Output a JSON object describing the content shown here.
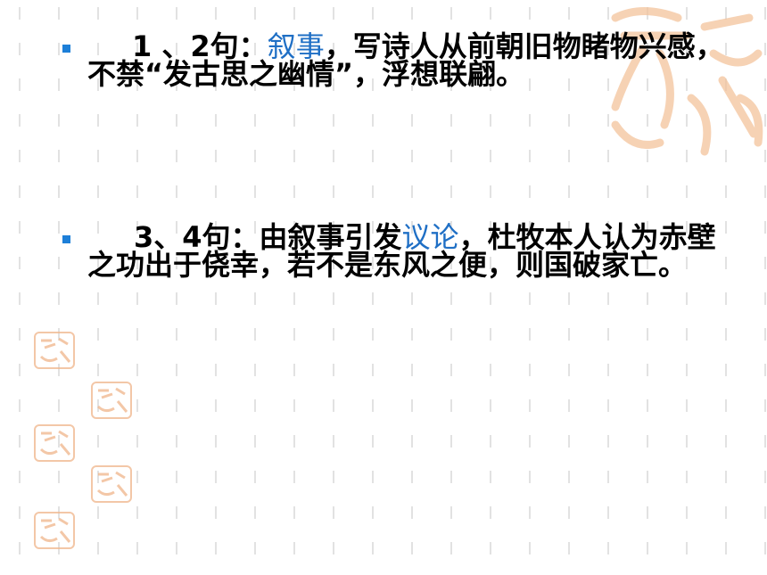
{
  "slide": {
    "paragraphs": [
      {
        "lead": "1 、2句：",
        "highlight": "叙事",
        "text": "，写诗人从前朝旧物睹物兴感，不禁“发古思之幽情”，浮想联翩。"
      },
      {
        "lead": "3、4句：由叙事引发",
        "highlight": "议论",
        "text": "，杜牧本人认为赤壁之功出于侥幸，若不是东风之便，则国破家亡。"
      }
    ],
    "colors": {
      "bullet": "#1d7fd8",
      "highlight": "#1f6fc5",
      "grid": "#cfcfcf",
      "seal": "#f0b58a"
    },
    "decor": {
      "corner_icon": "auspicious-seal-icon",
      "side_icon": "auspicious-seal-icon"
    }
  }
}
